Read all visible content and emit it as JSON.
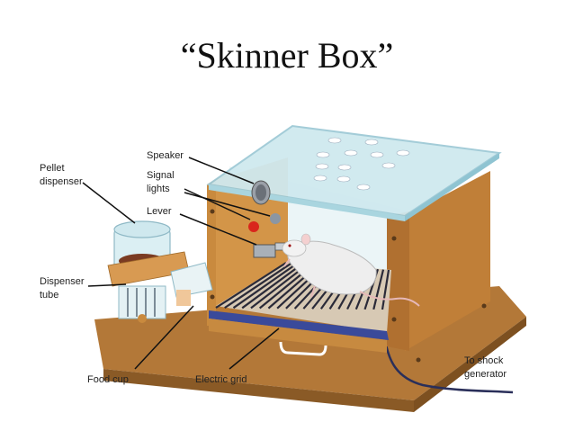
{
  "title": "“Skinner Box”",
  "labels": {
    "pellet_dispenser": [
      "Pellet",
      "dispenser"
    ],
    "speaker": "Speaker",
    "signal_lights": [
      "Signal",
      "lights"
    ],
    "lever": "Lever",
    "dispenser_tube": [
      "Dispenser",
      "tube"
    ],
    "food_cup": "Food cup",
    "electric_grid": "Electric grid",
    "to_shock_generator": [
      "To shock",
      "generator"
    ]
  },
  "colors": {
    "wood": "#c98a3e",
    "wood_dark": "#a96c2a",
    "base": "#b5793a",
    "glass": "#d6eef2",
    "grid_bar": "#2a2a38",
    "light_red": "#d9261c",
    "rat": "#eeeeee"
  }
}
